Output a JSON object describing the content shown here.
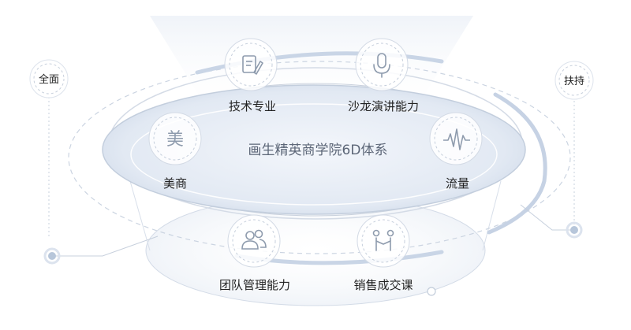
{
  "center_title": "画生精英商学院6D体系",
  "side_labels": {
    "left": "全面",
    "right": "扶持"
  },
  "nodes": [
    {
      "label": "技术专业",
      "icon": "document-edit-icon"
    },
    {
      "label": "沙龙演讲能力",
      "icon": "microphone-icon"
    },
    {
      "label": "美商",
      "icon": "beauty-character-icon",
      "icon_text": "美"
    },
    {
      "label": "流量",
      "icon": "waveform-icon"
    },
    {
      "label": "团队管理能力",
      "icon": "team-users-icon"
    },
    {
      "label": "销售成交课",
      "icon": "handshake-people-icon"
    }
  ],
  "colors": {
    "ellipse_fill": "#dfe6f1",
    "ring_stroke": "#c7d0dd",
    "accent": "#b9c9de",
    "text": "#222222",
    "title_text": "#5c6677",
    "icon_stroke": "#8e9bad"
  }
}
